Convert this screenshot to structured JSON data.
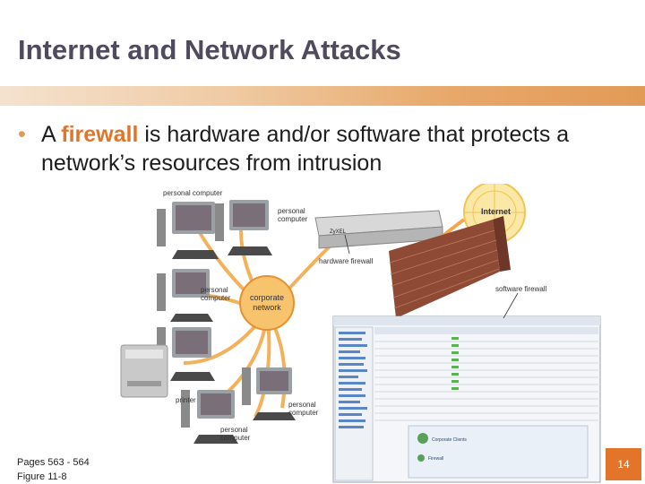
{
  "slide": {
    "title": "Internet and Network Attacks",
    "bullet": {
      "marker": "•",
      "pre": "A ",
      "highlight": "firewall",
      "post": " is hardware and/or software that protects a network’s resources from intrusion"
    },
    "footer_pages": "Pages 563 - 564",
    "footer_figure": "Figure 11-8",
    "page_number": "14"
  },
  "figure": {
    "labels": {
      "pc_top": "personal computer",
      "pc_top2": "personal computer",
      "pc_left_line1": "personal",
      "pc_left_line2": "computer",
      "corporate_line1": "corporate",
      "corporate_line2": "network",
      "hardware_firewall": "hardware firewall",
      "internet": "Internet",
      "software_firewall": "software firewall",
      "printer": "printer",
      "pc_bottom_line1": "personal",
      "pc_bottom_line2": "computer",
      "pc_right_line1": "personal",
      "pc_right_line2": "computer",
      "device_brand": "ZyXEL",
      "app_status_line1": "Corporate Clients",
      "app_status_line2": "Firewall"
    }
  }
}
